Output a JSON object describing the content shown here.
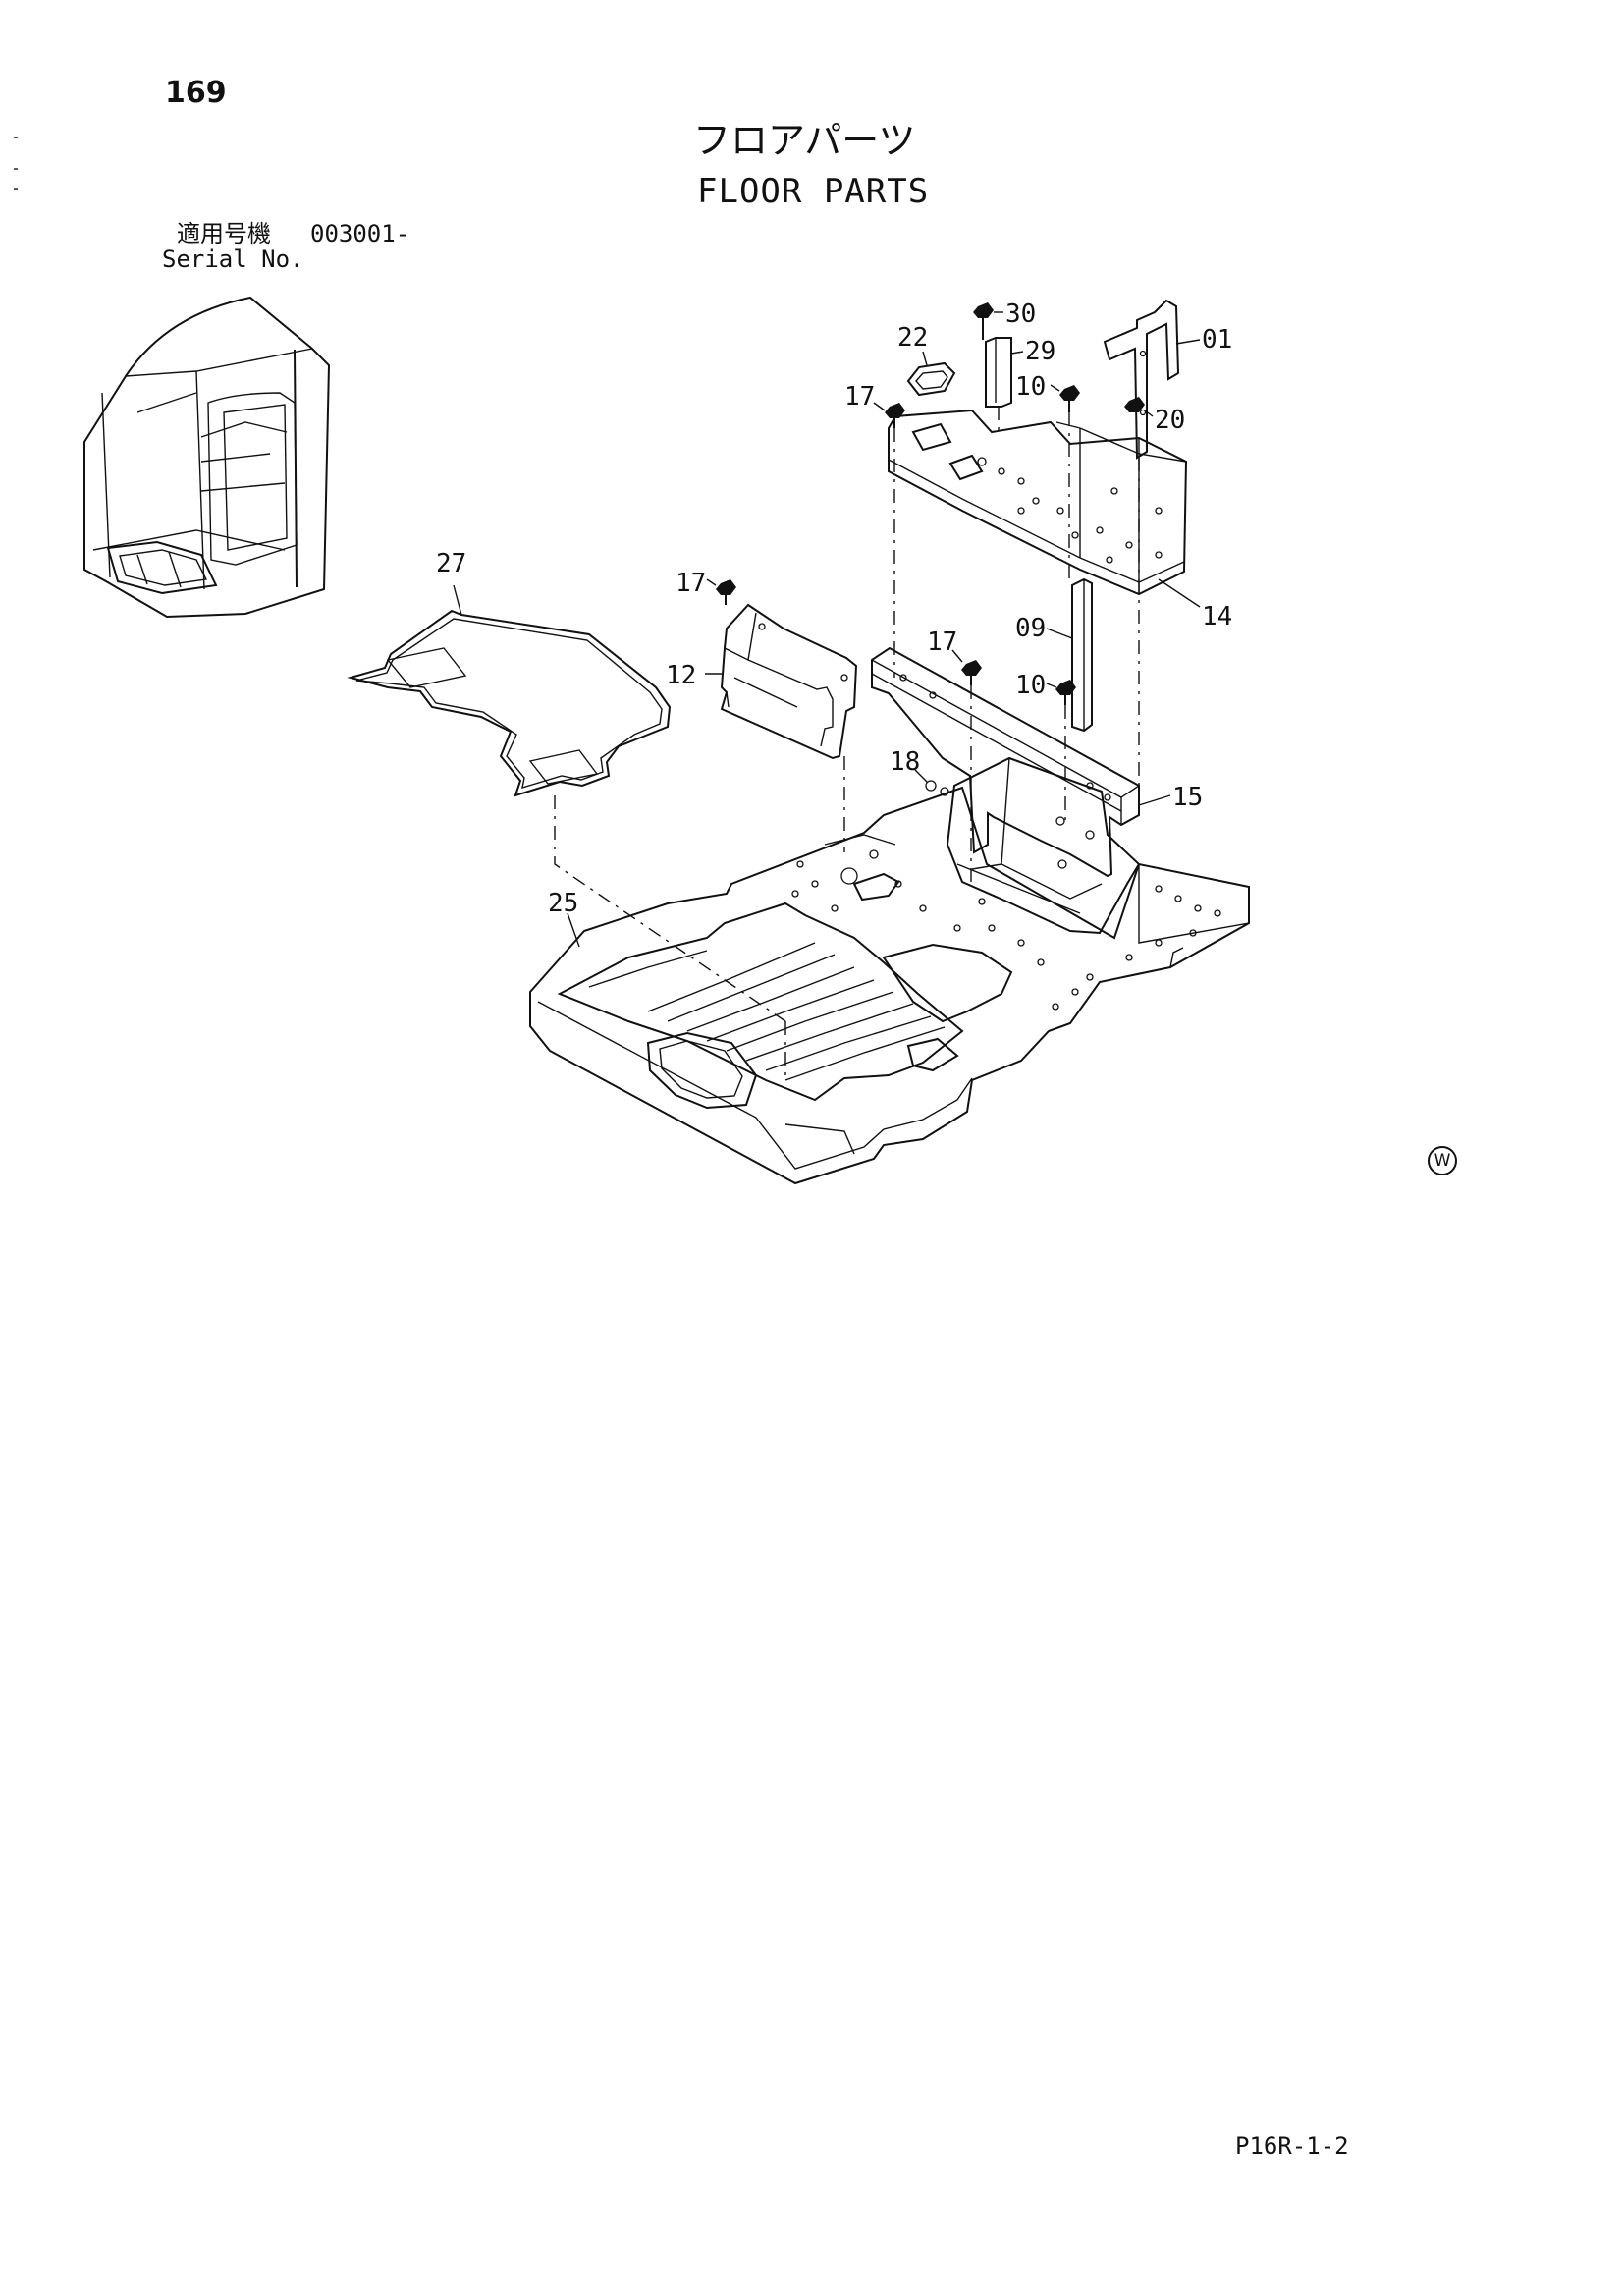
{
  "header": {
    "page_number": "169",
    "title_jp": "フロアパーツ",
    "title_en": "FLOOR PARTS",
    "serial_label_jp": "適用号機",
    "serial_range": "003001-",
    "serial_label_en": "Serial No."
  },
  "footer": {
    "page_code": "P16R-1-2",
    "w_mark": "W"
  },
  "callouts": [
    "01",
    "09",
    "10",
    "10",
    "12",
    "14",
    "15",
    "17",
    "17",
    "17",
    "18",
    "20",
    "22",
    "25",
    "27",
    "29",
    "30"
  ]
}
